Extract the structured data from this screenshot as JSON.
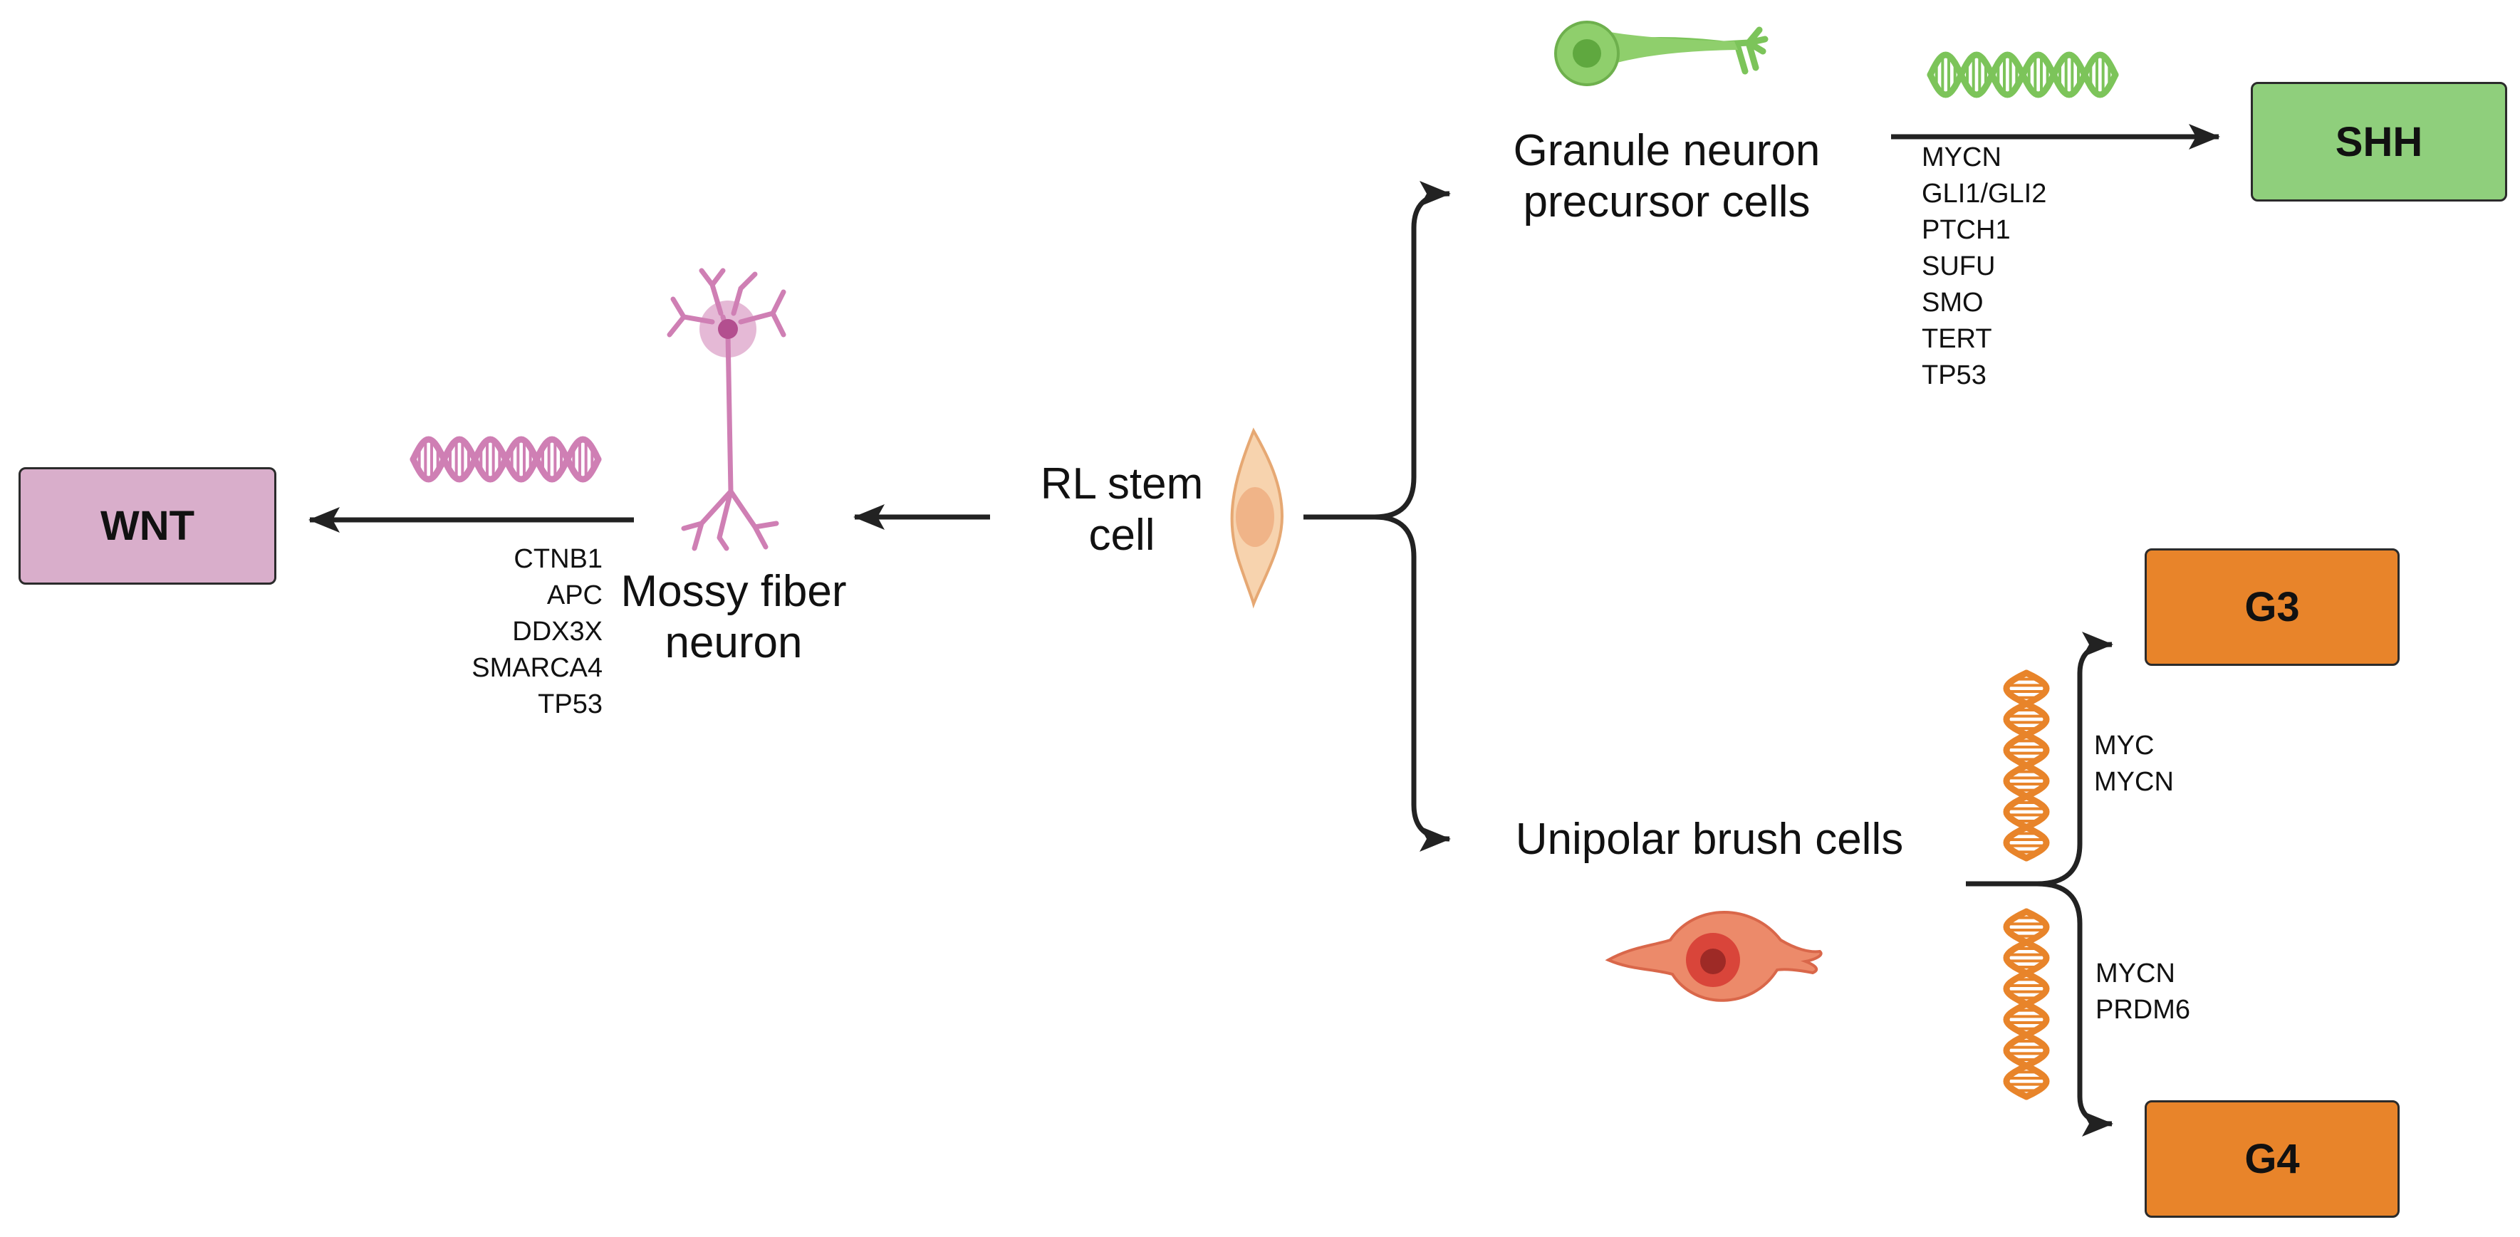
{
  "colors": {
    "wnt": "#d9aecb",
    "shh": "#8fcf7c",
    "group": "#e8842a",
    "mossy": "#cf7fb4",
    "granule": "#7cc45a",
    "brush": "#e9775a",
    "stem": "#f5c9a0",
    "arrow": "#222222"
  },
  "icons": [
    "dna-icon",
    "neuron-icon",
    "granule-cell-icon",
    "brush-cell-icon",
    "stem-cell-icon"
  ],
  "subgroups": {
    "wnt": "WNT",
    "shh": "SHH",
    "g3": "G3",
    "g4": "G4"
  },
  "cells": {
    "stem": [
      "RL stem",
      "cell"
    ],
    "mossy": [
      "Mossy fiber",
      "neuron"
    ],
    "granule": [
      "Granule neuron",
      "precursor cells"
    ],
    "brush": "Unipolar brush cells"
  },
  "genes": {
    "wnt": [
      "CTNB1",
      "APC",
      "DDX3X",
      "SMARCA4",
      "TP53"
    ],
    "shh": [
      "MYCN",
      "GLI1/GLI2",
      "PTCH1",
      "SUFU",
      "SMO",
      "TERT",
      "TP53"
    ],
    "g3": [
      "MYC",
      "MYCN"
    ],
    "g4": [
      "MYCN",
      "PRDM6"
    ]
  }
}
